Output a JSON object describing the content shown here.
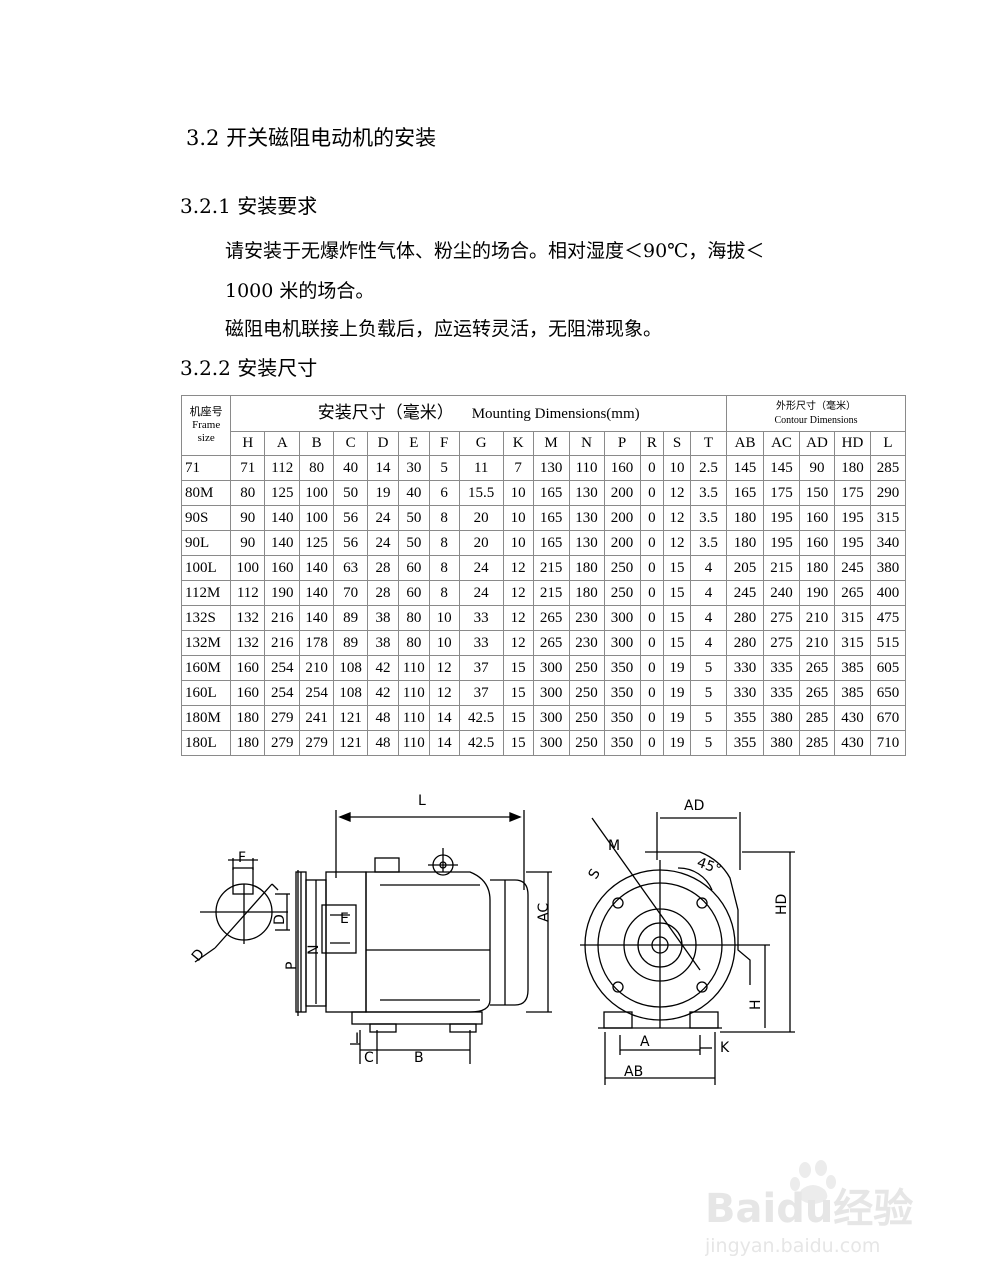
{
  "section_title": "3.2  开关磁阻电动机的安装",
  "requirements_title": "3.2.1  安装要求",
  "requirements": [
    "请安装于无爆炸性气体、粉尘的场合。相对湿度＜90℃，海拔＜",
    "1000 米的场合。",
    "磁阻电机联接上负载后，应运转灵活，无阻滞现象。"
  ],
  "dimensions_title": "3.2.2  安装尺寸",
  "table": {
    "frame_header": [
      "机座号",
      "Frame",
      "size"
    ],
    "install_header_cn": "安装尺寸（毫米）",
    "install_header_en": "Mounting  Dimensions(mm)",
    "contour_header_cn": "外形尺寸（毫米）",
    "contour_header_en": "Contour    Dimensions",
    "columns": [
      "H",
      "A",
      "B",
      "C",
      "D",
      "E",
      "F",
      "G",
      "K",
      "M",
      "N",
      "P",
      "R",
      "S",
      "T",
      "AB",
      "AC",
      "AD",
      "HD",
      "L"
    ],
    "rows": [
      [
        "71",
        "71",
        "112",
        "80",
        "40",
        "14",
        "30",
        "5",
        "11",
        "7",
        "130",
        "110",
        "160",
        "0",
        "10",
        "2.5",
        "145",
        "145",
        "90",
        "180",
        "285"
      ],
      [
        "80M",
        "80",
        "125",
        "100",
        "50",
        "19",
        "40",
        "6",
        "15.5",
        "10",
        "165",
        "130",
        "200",
        "0",
        "12",
        "3.5",
        "165",
        "175",
        "150",
        "175",
        "290"
      ],
      [
        "90S",
        "90",
        "140",
        "100",
        "56",
        "24",
        "50",
        "8",
        "20",
        "10",
        "165",
        "130",
        "200",
        "0",
        "12",
        "3.5",
        "180",
        "195",
        "160",
        "195",
        "315"
      ],
      [
        "90L",
        "90",
        "140",
        "125",
        "56",
        "24",
        "50",
        "8",
        "20",
        "10",
        "165",
        "130",
        "200",
        "0",
        "12",
        "3.5",
        "180",
        "195",
        "160",
        "195",
        "340"
      ],
      [
        "100L",
        "100",
        "160",
        "140",
        "63",
        "28",
        "60",
        "8",
        "24",
        "12",
        "215",
        "180",
        "250",
        "0",
        "15",
        "4",
        "205",
        "215",
        "180",
        "245",
        "380"
      ],
      [
        "112M",
        "112",
        "190",
        "140",
        "70",
        "28",
        "60",
        "8",
        "24",
        "12",
        "215",
        "180",
        "250",
        "0",
        "15",
        "4",
        "245",
        "240",
        "190",
        "265",
        "400"
      ],
      [
        "132S",
        "132",
        "216",
        "140",
        "89",
        "38",
        "80",
        "10",
        "33",
        "12",
        "265",
        "230",
        "300",
        "0",
        "15",
        "4",
        "280",
        "275",
        "210",
        "315",
        "475"
      ],
      [
        "132M",
        "132",
        "216",
        "178",
        "89",
        "38",
        "80",
        "10",
        "33",
        "12",
        "265",
        "230",
        "300",
        "0",
        "15",
        "4",
        "280",
        "275",
        "210",
        "315",
        "515"
      ],
      [
        "160M",
        "160",
        "254",
        "210",
        "108",
        "42",
        "110",
        "12",
        "37",
        "15",
        "300",
        "250",
        "350",
        "0",
        "19",
        "5",
        "330",
        "335",
        "265",
        "385",
        "605"
      ],
      [
        "160L",
        "160",
        "254",
        "254",
        "108",
        "42",
        "110",
        "12",
        "37",
        "15",
        "300",
        "250",
        "350",
        "0",
        "19",
        "5",
        "330",
        "335",
        "265",
        "385",
        "650"
      ],
      [
        "180M",
        "180",
        "279",
        "241",
        "121",
        "48",
        "110",
        "14",
        "42.5",
        "15",
        "300",
        "250",
        "350",
        "0",
        "19",
        "5",
        "355",
        "380",
        "285",
        "430",
        "670"
      ],
      [
        "180L",
        "180",
        "279",
        "279",
        "121",
        "48",
        "110",
        "14",
        "42.5",
        "15",
        "300",
        "250",
        "350",
        "0",
        "19",
        "5",
        "355",
        "380",
        "285",
        "430",
        "710"
      ]
    ]
  },
  "drawing_labels": {
    "L": "L",
    "F": "F",
    "D": "D",
    "E": "E",
    "N": "N",
    "P": "P",
    "AC": "AC",
    "I": "I",
    "C": "C",
    "B": "B",
    "AD": "AD",
    "M": "M",
    "S": "S",
    "angle": "45°",
    "HD": "HD",
    "H": "H",
    "A": "A",
    "K": "K",
    "AB": "AB"
  },
  "watermark": {
    "logo": "Baidu经验",
    "url": "jingyan.baidu.com"
  }
}
